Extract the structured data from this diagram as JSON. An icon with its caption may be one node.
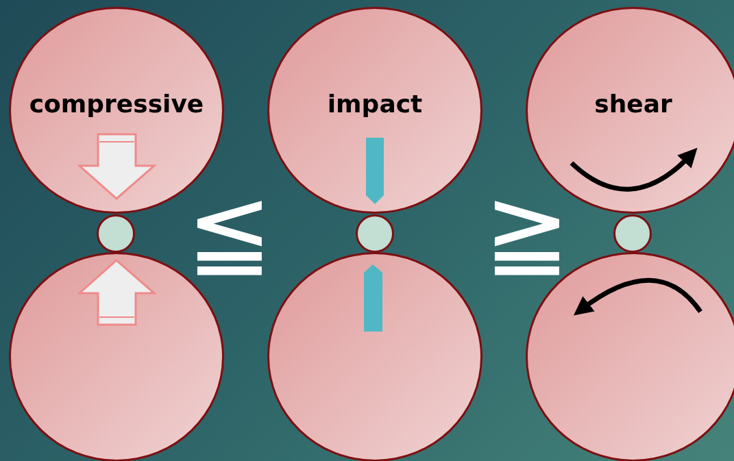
{
  "diagram": {
    "nodes": [
      {
        "text": [
          "compressive"
        ]
      },
      {
        "text": [
          "impact"
        ]
      },
      {
        "text": [
          "shear"
        ]
      },
      {
        "text": [],
        "shape": "circle"
      },
      {
        "text": [],
        "shape": "circle"
      },
      {
        "text": [],
        "shape": "circle"
      },
      {
        "text": [],
        "shape": "circle"
      },
      {
        "text": [],
        "shape": "circle"
      },
      {
        "text": [],
        "shape": "circle"
      }
    ],
    "labels": [
      "≦",
      "≧"
    ]
  }
}
